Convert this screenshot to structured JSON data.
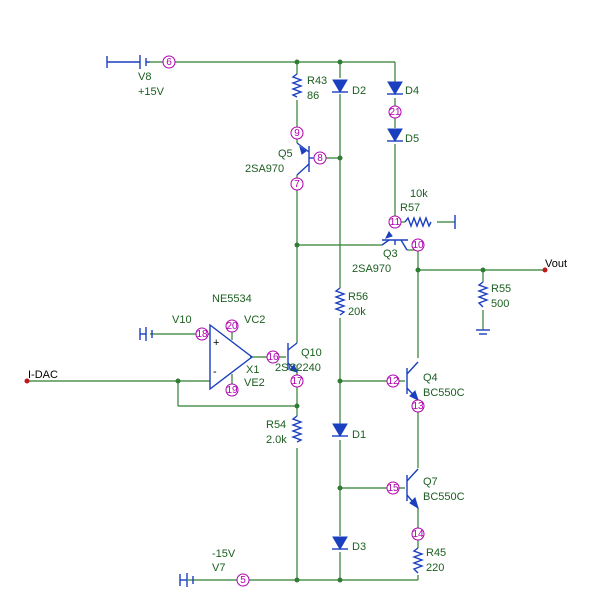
{
  "sources": {
    "v8": {
      "name": "V8",
      "value": "+15V"
    },
    "v7": {
      "name": "V7",
      "value": "-15V"
    },
    "v10": {
      "name": "V10"
    }
  },
  "resistors": {
    "r43": {
      "name": "R43",
      "value": "86"
    },
    "r57": {
      "name": "R57",
      "value": "10k"
    },
    "r55": {
      "name": "R55",
      "value": "500"
    },
    "r56": {
      "name": "R56",
      "value": "20k"
    },
    "r54": {
      "name": "R54",
      "value": "2.0k"
    },
    "r45": {
      "name": "R45",
      "value": "220"
    }
  },
  "diodes": {
    "d1": "D1",
    "d2": "D2",
    "d3": "D3",
    "d4": "D4",
    "d5": "D5"
  },
  "transistors": {
    "q5": {
      "name": "Q5",
      "part": "2SA970"
    },
    "q3": {
      "name": "Q3",
      "part": "2SA970"
    },
    "q10": {
      "name": "Q10",
      "part": "2SC2240"
    },
    "q4": {
      "name": "Q4",
      "part": "BC550C"
    },
    "q7": {
      "name": "Q7",
      "part": "BC550C"
    }
  },
  "opamp": {
    "part": "NE5534",
    "name": "X1",
    "vc_label": "VC2",
    "ve_label": "VE2",
    "plus": "+",
    "minus": "-"
  },
  "ports": {
    "input": "I-DAC",
    "output": "Vout"
  },
  "nodes": [
    "5",
    "6",
    "7",
    "8",
    "9",
    "10",
    "11",
    "12",
    "13",
    "14",
    "15",
    "16",
    "17",
    "18",
    "19",
    "20",
    "21"
  ]
}
